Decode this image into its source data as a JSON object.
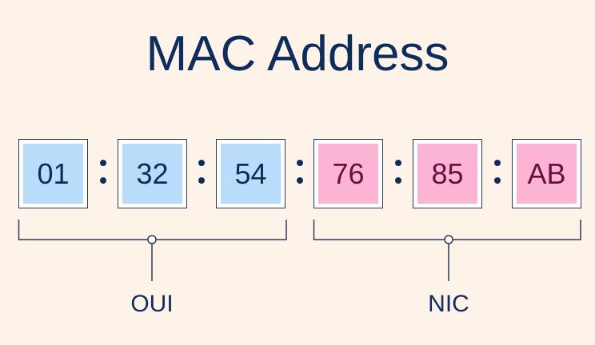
{
  "title": "MAC Address",
  "octets": [
    {
      "value": "01",
      "group": "oui"
    },
    {
      "value": "32",
      "group": "oui"
    },
    {
      "value": "54",
      "group": "oui"
    },
    {
      "value": "76",
      "group": "nic"
    },
    {
      "value": "85",
      "group": "nic"
    },
    {
      "value": "AB",
      "group": "nic"
    }
  ],
  "groups": {
    "oui": "OUI",
    "nic": "NIC"
  },
  "colors": {
    "background": "#fdf3e8",
    "oui_fill": "#b8dcf9",
    "nic_fill": "#fbb4d3",
    "text": "#0f2d5c",
    "nic_text": "#6a0f3d"
  }
}
